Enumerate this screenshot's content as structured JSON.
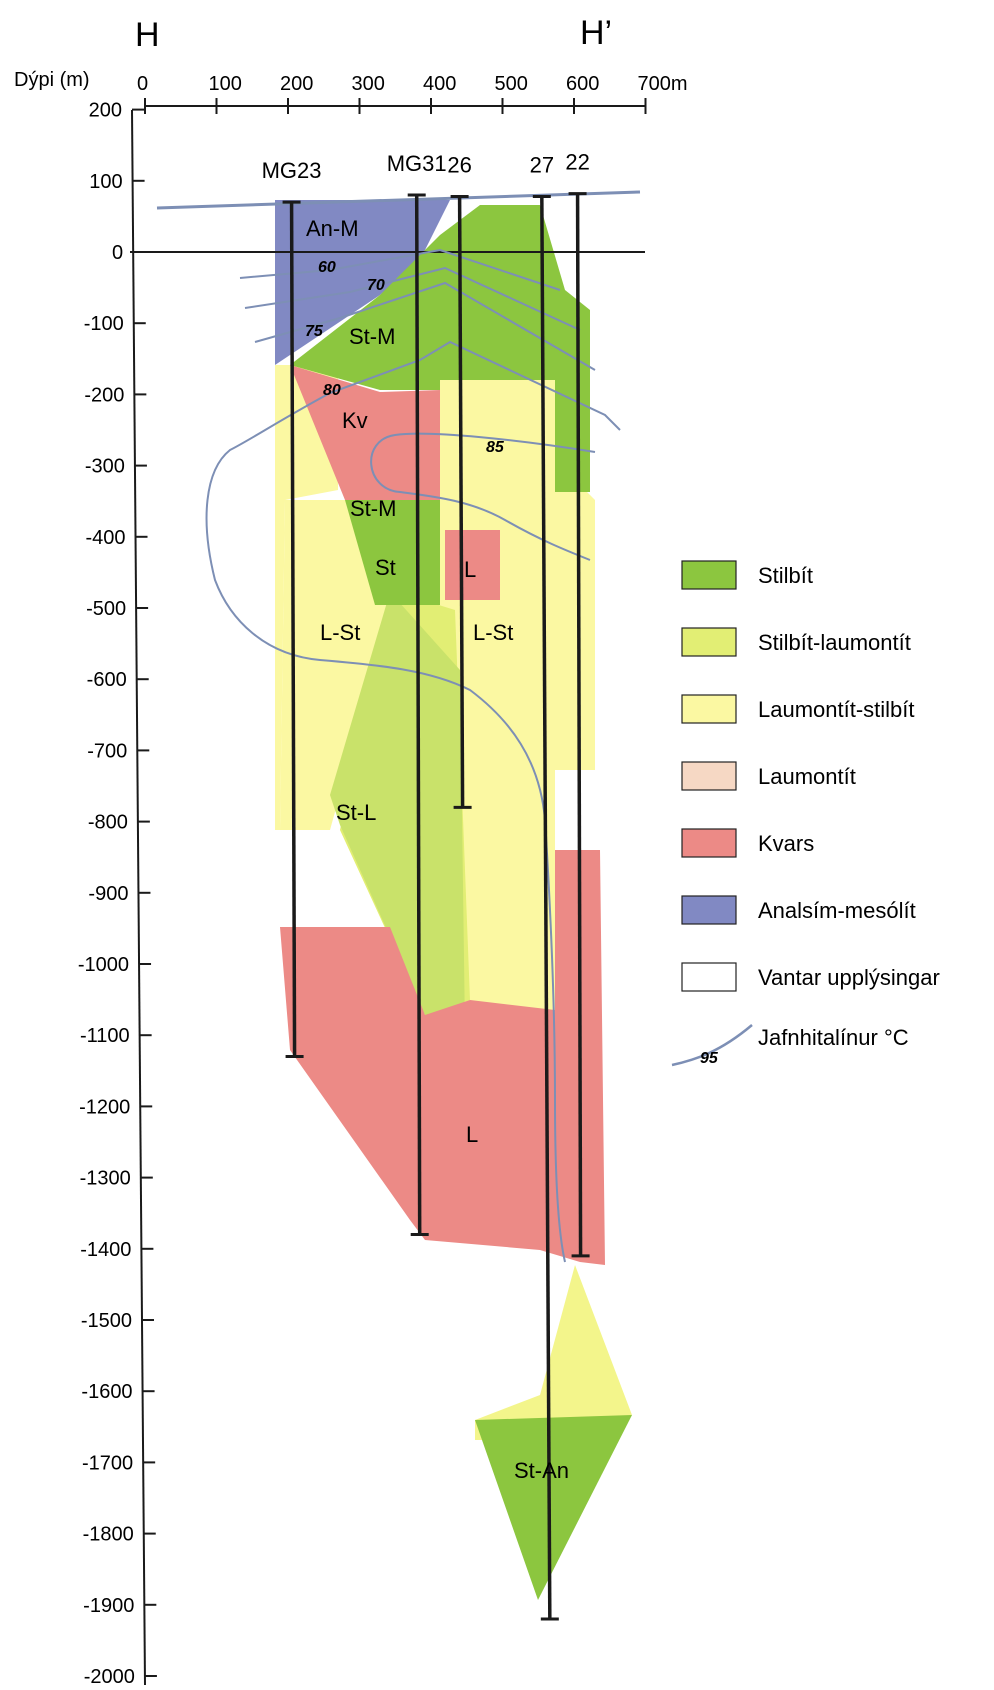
{
  "section": {
    "left_label": "H",
    "right_label": "H’"
  },
  "axes": {
    "y_label": "Dýpi (m)",
    "x_ticks": [
      {
        "v": 0,
        "label": "0"
      },
      {
        "v": 100,
        "label": "100"
      },
      {
        "v": 200,
        "label": "200"
      },
      {
        "v": 300,
        "label": "300"
      },
      {
        "v": 400,
        "label": "400"
      },
      {
        "v": 500,
        "label": "500"
      },
      {
        "v": 600,
        "label": "600"
      },
      {
        "v": 700,
        "label": "700m"
      }
    ],
    "y_ticks": [
      {
        "v": 200,
        "label": "200"
      },
      {
        "v": 100,
        "label": "100"
      },
      {
        "v": 0,
        "label": "0"
      },
      {
        "v": -100,
        "label": "-100"
      },
      {
        "v": -200,
        "label": "-200"
      },
      {
        "v": -300,
        "label": "-300"
      },
      {
        "v": -400,
        "label": "-400"
      },
      {
        "v": -500,
        "label": "-500"
      },
      {
        "v": -600,
        "label": "-600"
      },
      {
        "v": -700,
        "label": "-700"
      },
      {
        "v": -800,
        "label": "-800"
      },
      {
        "v": -900,
        "label": "-900"
      },
      {
        "v": -1000,
        "label": "-1000"
      },
      {
        "v": -1100,
        "label": "-1100"
      },
      {
        "v": -1200,
        "label": "-1200"
      },
      {
        "v": -1300,
        "label": "-1300"
      },
      {
        "v": -1400,
        "label": "-1400"
      },
      {
        "v": -1500,
        "label": "-1500"
      },
      {
        "v": -1600,
        "label": "-1600"
      },
      {
        "v": -1700,
        "label": "-1700"
      },
      {
        "v": -1800,
        "label": "-1800"
      },
      {
        "v": -1900,
        "label": "-1900"
      },
      {
        "v": -2000,
        "label": "-2000"
      }
    ]
  },
  "wells": [
    {
      "name": "MG23",
      "x": 205,
      "top": 70,
      "bottom": -1130
    },
    {
      "name": "MG31",
      "x": 380,
      "top": 80,
      "bottom": -1380
    },
    {
      "name": "26",
      "x": 440,
      "top": 78,
      "bottom": -780
    },
    {
      "name": "27",
      "x": 555,
      "top": 78,
      "bottom": -1920
    },
    {
      "name": "22",
      "x": 605,
      "top": 82,
      "bottom": -1410
    }
  ],
  "colors": {
    "stilbit": "#8cc63f",
    "stilbit_laumontit": "#e2ee74",
    "laumontit_stilbit": "#fbf8a2",
    "laumontit": "#f6d8c4",
    "kvars": "#ec8a86",
    "analsim_mesolit": "#8189c3",
    "isotherm": "#7d8fb5"
  },
  "zones": [
    {
      "id": "an-m",
      "label": "An-M"
    },
    {
      "id": "st-m-upper",
      "label": "St-M"
    },
    {
      "id": "kv",
      "label": "Kv"
    },
    {
      "id": "st-m-lower",
      "label": "St-M"
    },
    {
      "id": "st",
      "label": "St"
    },
    {
      "id": "l-upper",
      "label": "L"
    },
    {
      "id": "l-st-left",
      "label": "L-St"
    },
    {
      "id": "l-st-right",
      "label": "L-St"
    },
    {
      "id": "st-l",
      "label": "St-L"
    },
    {
      "id": "l-lower",
      "label": "L"
    },
    {
      "id": "st-an",
      "label": "St-An"
    }
  ],
  "isotherms": [
    {
      "label": "60"
    },
    {
      "label": "70"
    },
    {
      "label": "75"
    },
    {
      "label": "80"
    },
    {
      "label": "85"
    }
  ],
  "legend": [
    {
      "key": "stilbit",
      "label": "Stilbít",
      "color": "#8cc63f"
    },
    {
      "key": "stilbit-laumontit",
      "label": "Stilbít-laumontít",
      "color": "#e2ee74"
    },
    {
      "key": "laumontit-stilbit",
      "label": "Laumontít-stilbít",
      "color": "#fbf8a2"
    },
    {
      "key": "laumontit",
      "label": "Laumontít",
      "color": "#f6d8c4"
    },
    {
      "key": "kvars",
      "label": "Kvars",
      "color": "#ec8a86"
    },
    {
      "key": "analsim-mesolit",
      "label": "Analsím-mesólít",
      "color": "#8189c3"
    },
    {
      "key": "vantar",
      "label": "Vantar upplýsingar",
      "color": "#ffffff"
    }
  ],
  "legend_isotherm": {
    "value": "95",
    "label": "Jafnhitalínur °C"
  }
}
